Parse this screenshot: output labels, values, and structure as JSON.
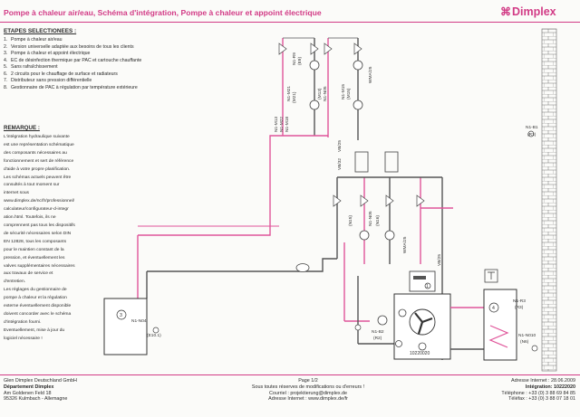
{
  "header": {
    "title": "Pompe à chaleur air/eau, Schéma d'intégration, Pompe à chaleur et appoint électrique",
    "brand": "Dimplex"
  },
  "steps": {
    "heading": "ETAPES SELECTIONEES :",
    "items": [
      {
        "num": "1.",
        "text": "Pompe à chaleur air/eau"
      },
      {
        "num": "2.",
        "text": "Version universelle adaptée aux besoins de tous les clients"
      },
      {
        "num": "3.",
        "text": "Pompe à chaleur et appoint électrique"
      },
      {
        "num": "4.",
        "text": "EC de désinfection thermique par PAC et cartouche chauffante"
      },
      {
        "num": "5.",
        "text": "Sans rafraîchissement"
      },
      {
        "num": "6.",
        "text": "2 circuits pour le chauffage de surface et radiateurs"
      },
      {
        "num": "7.",
        "text": "Distributeur sans pression différentielle"
      },
      {
        "num": "8.",
        "text": "Gestionnaire de PAC à régulation par température extérieure"
      }
    ]
  },
  "remark": {
    "heading": "REMARQUE :",
    "lines": [
      "L'intégration hydraulique suivante",
      "est une représentation schématique",
      "des composants nécessaires au",
      "fonctionnement et sert de référence",
      "d'aide à votre propre planification.",
      "Les schémas actuels peuvent être",
      "consultés à tout moment sur",
      "internet sous",
      "www.dimplex.de/nc/fr/professionnel/",
      "calculateur/configurateur-d-integr",
      "ation.html. Toutefois, ils ne",
      "comprennent pas tous les dispositifs",
      "de sécurité nécessaires selon DIN",
      "EN 12828, tous les composants",
      "pour le maintien constant de la",
      "pression, et éventuellement les",
      "valves supplémentaires nécessaires",
      "aux travaux de service et",
      "d'entretien.",
      "Les réglages du gestionnaire de",
      "pompe à chaleur et la régulation",
      "externe éventuellement disponible",
      "doivent concorder avec le schéma",
      "d'intégration fourni.",
      "Eventuellement, mise à jour du",
      "logiciel nécessaire !"
    ]
  },
  "labels": {
    "n1_r9": "N1-R9",
    "e9": "(E9)",
    "n1_m21_a": "N1-M21",
    "m21": "(M21)",
    "m13": "(M13)",
    "n1_n05": "N1-N05",
    "n1_m15": "N1-M15",
    "m15": "(M15)",
    "n1_m13_a": "N1-M13",
    "n1_m22_a": "N1-M22",
    "n1_m18": "N1-M18",
    "vm_a2": "WMA/25",
    "vb_a": "VB/25",
    "vb_b": "VB/32",
    "n1_b1": "N1-B1",
    "r1": "(R1)",
    "n15": "(N15)",
    "n16": "(N16)",
    "vn1_b": "WMA/25",
    "vb_c": "VB/25",
    "b3": "3",
    "n1_n04": "N1-N04",
    "b4": "4",
    "e10_1": "(E10.1)",
    "n1_b2": "N1-B2",
    "r2": "(R2)",
    "n1_r3": "N1-R3",
    "r3": "(R3)",
    "n1_n010": "N1-N010",
    "n6": "(N6)",
    "hp_code": "10220020",
    "b1": "1"
  },
  "footer": {
    "left": [
      "Glen Dimplex Deutschland GmbH",
      "Département Dimplex",
      "Am Goldenen Feld 18",
      "95326 Kulmbach - Allemagne"
    ],
    "mid": [
      "Page 1/2",
      "Sous toutes réserves de modifications ou d'erreurs !",
      "Courriel : projektierung@dimplex.de",
      "Adresse Internet : www.dimplex.de/fr"
    ],
    "right": [
      "Adresse Internet : 28.06.2009",
      "Intégration: 10222020",
      "Téléphone : +33 (0) 3 88 69 84 85",
      "Téléfax : +33 (0) 3 88 07 18 01"
    ]
  },
  "colors": {
    "supply": "#e0559a",
    "return": "#555555",
    "accent": "#d23b86"
  },
  "icons": [
    "dimplex-logo",
    "pump-icon",
    "valve-icon",
    "fan-icon",
    "shower-icon",
    "expansion-vessel-icon"
  ]
}
